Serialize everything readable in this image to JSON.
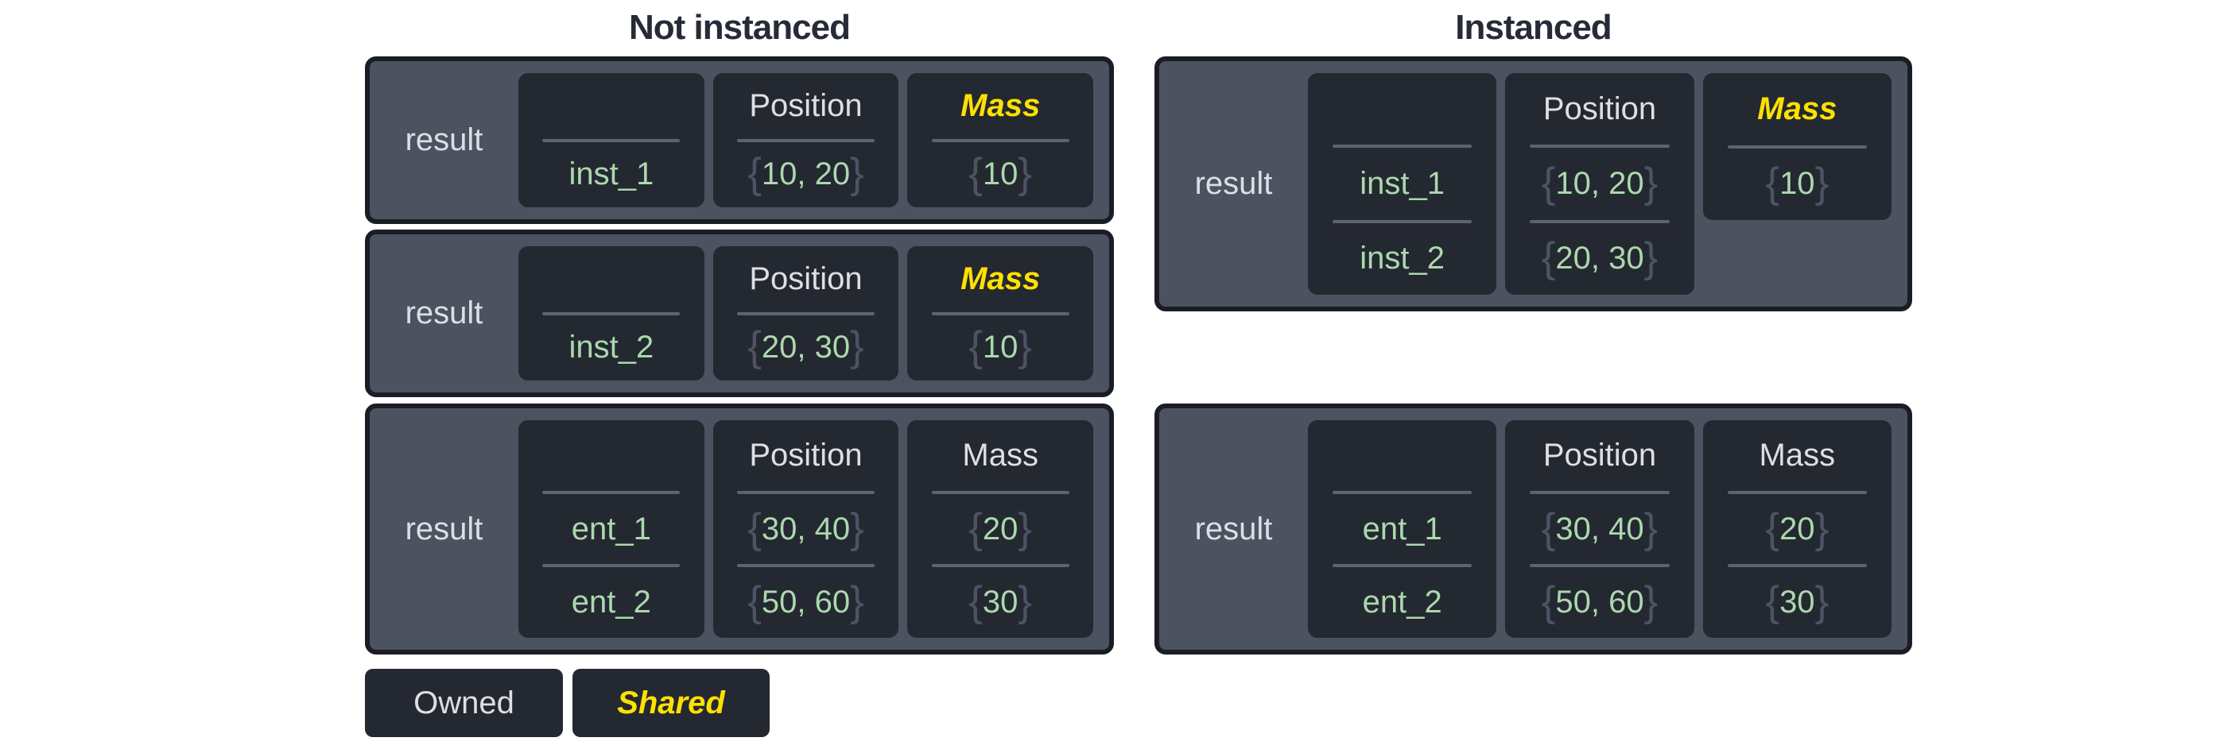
{
  "colors": {
    "page_bg": "#ffffff",
    "panel_bg": "#4d5260",
    "panel_border": "#1a1d25",
    "cell_bg": "#242831",
    "divider": "#5d6370",
    "brace": "#4d5363",
    "text_light": "#dcdfe5",
    "text_green": "#abd8ad",
    "text_yellow": "#ffe100",
    "title": "#262b37"
  },
  "groups": [
    {
      "title": "Not instanced",
      "tables": [
        {
          "id": "not-instanced-inst1",
          "result_label": "result",
          "columns": [
            {
              "name": "entity",
              "header": "",
              "header_style": "blank",
              "values": [
                "inst_1"
              ]
            },
            {
              "name": "position",
              "header": "Position",
              "header_style": "owned",
              "values": [
                "{10, 20}"
              ]
            },
            {
              "name": "mass",
              "header": "Mass",
              "header_style": "shared",
              "values": [
                "{10}"
              ]
            }
          ]
        },
        {
          "id": "not-instanced-inst2",
          "result_label": "result",
          "columns": [
            {
              "name": "entity",
              "header": "",
              "header_style": "blank",
              "values": [
                "inst_2"
              ]
            },
            {
              "name": "position",
              "header": "Position",
              "header_style": "owned",
              "values": [
                "{20, 30}"
              ]
            },
            {
              "name": "mass",
              "header": "Mass",
              "header_style": "shared",
              "values": [
                "{10}"
              ]
            }
          ]
        },
        {
          "id": "not-instanced-entities",
          "result_label": "result",
          "columns": [
            {
              "name": "entity",
              "header": "",
              "header_style": "blank",
              "values": [
                "ent_1",
                "ent_2"
              ]
            },
            {
              "name": "position",
              "header": "Position",
              "header_style": "owned",
              "values": [
                "{30, 40}",
                "{50, 60}"
              ]
            },
            {
              "name": "mass",
              "header": "Mass",
              "header_style": "owned",
              "values": [
                "{20}",
                "{30}"
              ]
            }
          ]
        }
      ]
    },
    {
      "title": "Instanced",
      "tables": [
        {
          "id": "instanced-insts",
          "result_label": "result",
          "columns": [
            {
              "name": "entity",
              "header": "",
              "header_style": "blank",
              "values": [
                "inst_1",
                "inst_2"
              ]
            },
            {
              "name": "position",
              "header": "Position",
              "header_style": "owned",
              "values": [
                "{10, 20}",
                "{20, 30}"
              ]
            },
            {
              "name": "mass",
              "header": "Mass",
              "header_style": "shared",
              "short": true,
              "values": [
                "{10}"
              ]
            }
          ]
        },
        {
          "id": "instanced-entities",
          "result_label": "result",
          "columns": [
            {
              "name": "entity",
              "header": "",
              "header_style": "blank",
              "values": [
                "ent_1",
                "ent_2"
              ]
            },
            {
              "name": "position",
              "header": "Position",
              "header_style": "owned",
              "values": [
                "{30, 40}",
                "{50, 60}"
              ]
            },
            {
              "name": "mass",
              "header": "Mass",
              "header_style": "owned",
              "values": [
                "{20}",
                "{30}"
              ]
            }
          ]
        }
      ]
    }
  ],
  "legend": {
    "items": [
      {
        "label": "Owned",
        "style": "owned"
      },
      {
        "label": "Shared",
        "style": "shared"
      }
    ]
  }
}
